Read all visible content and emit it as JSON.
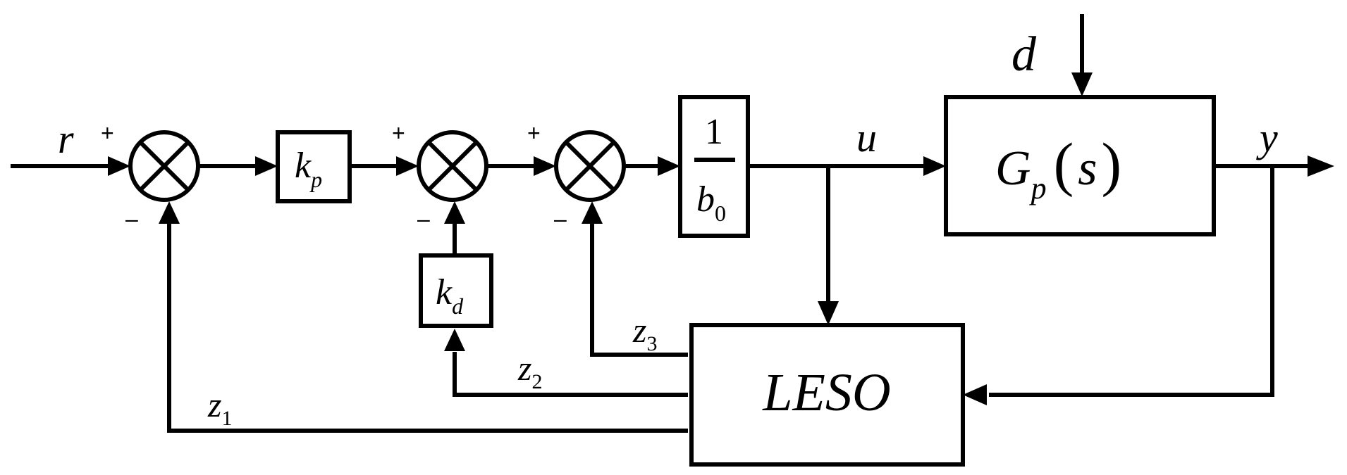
{
  "signals": {
    "r": "r",
    "u": "u",
    "y": "y",
    "d": "d",
    "z1": {
      "base": "z",
      "sub": "1"
    },
    "z2": {
      "base": "z",
      "sub": "2"
    },
    "z3": {
      "base": "z",
      "sub": "3"
    }
  },
  "blocks": {
    "kp": {
      "base": "k",
      "sub": "p"
    },
    "kd": {
      "base": "k",
      "sub": "d"
    },
    "inv_b0": {
      "numerator": "1",
      "den_base": "b",
      "den_sub": "0"
    },
    "plant": {
      "base": "G",
      "sub": "p",
      "lparen": "(",
      "arg": "s",
      "rparen": ")"
    },
    "observer": "LESO"
  },
  "signs": {
    "plus": "+",
    "minus": "–"
  }
}
